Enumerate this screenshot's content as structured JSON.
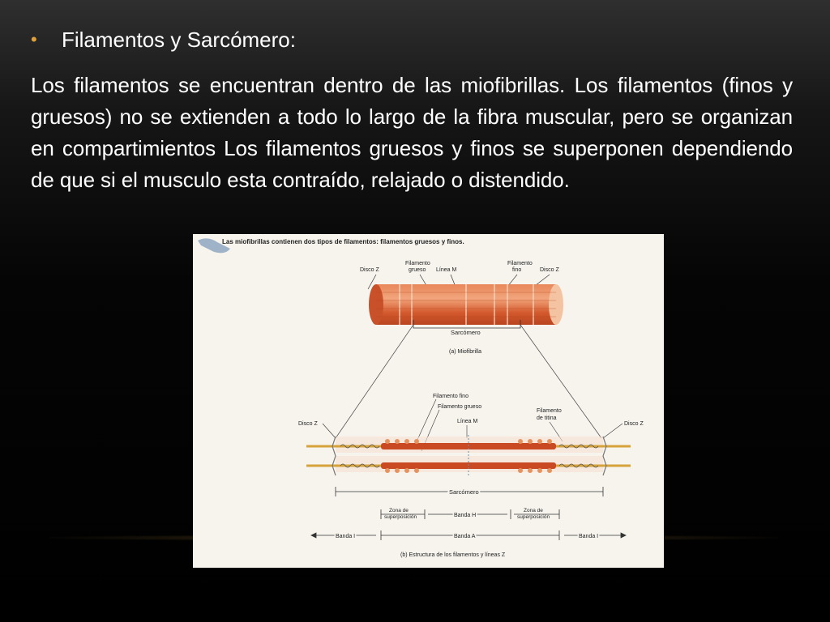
{
  "slide": {
    "bullet_title": "Filamentos y Sarcómero:",
    "paragraph": "Los filamentos se encuentran dentro de las miofibrillas. Los filamentos (finos y gruesos) no se extienden a todo lo largo de la fibra muscular, pero se organizan en compartimientos Los filamentos gruesos y finos se superponen dependiendo de que si el musculo esta contraído, relajado o distendido."
  },
  "figure": {
    "header": "Las miofibrillas contienen dos tipos de filamentos: filamentos gruesos y finos.",
    "top_labels": {
      "disco_z_left": "Disco Z",
      "linea_m": "Línea M",
      "filamento_grueso_1": "Filamento",
      "filamento_grueso_2": "grueso",
      "filamento_fino_1": "Filamento",
      "filamento_fino_2": "fino",
      "disco_z_right": "Disco Z"
    },
    "sarcomero_top": "Sarcómero",
    "caption_a": "(a) Miofibrilla",
    "bottom_labels": {
      "filamento_fino": "Filamento fino",
      "filamento_grueso": "Filamento grueso",
      "linea_m": "Línea M",
      "titina_1": "Filamento",
      "titina_2": "de titina",
      "disco_z_left": "Disco Z",
      "disco_z_right": "Disco Z"
    },
    "sarcomero_bottom": "Sarcómero",
    "zona_1a": "Zona de",
    "zona_1b": "superposición",
    "banda_h": "Banda H",
    "zona_2a": "Zona de",
    "zona_2b": "superposición",
    "banda_i_left": "Banda I",
    "banda_a": "Banda A",
    "banda_i_right": "Banda I",
    "caption_b": "(b) Estructura de los filamentos y líneas Z"
  },
  "colors": {
    "bullet": "#e0a03a",
    "muscle": "#d9643a",
    "muscle_light": "#f0b48c",
    "filament": "#c94a22",
    "thin_filament": "#d6a23a"
  }
}
